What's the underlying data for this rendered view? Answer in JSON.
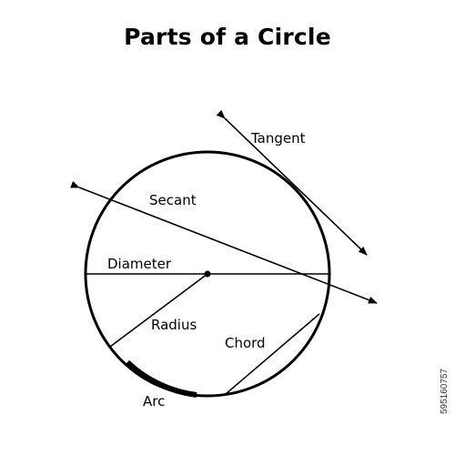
{
  "title": "Parts of a Circle",
  "labels": {
    "tangent": "Tangent",
    "secant": "Secant",
    "diameter": "Diameter",
    "radius": "Radius",
    "chord": "Chord",
    "arc": "Arc"
  },
  "stock_id": "595160757",
  "colors": {
    "stroke": "#000000",
    "background": "#ffffff"
  }
}
